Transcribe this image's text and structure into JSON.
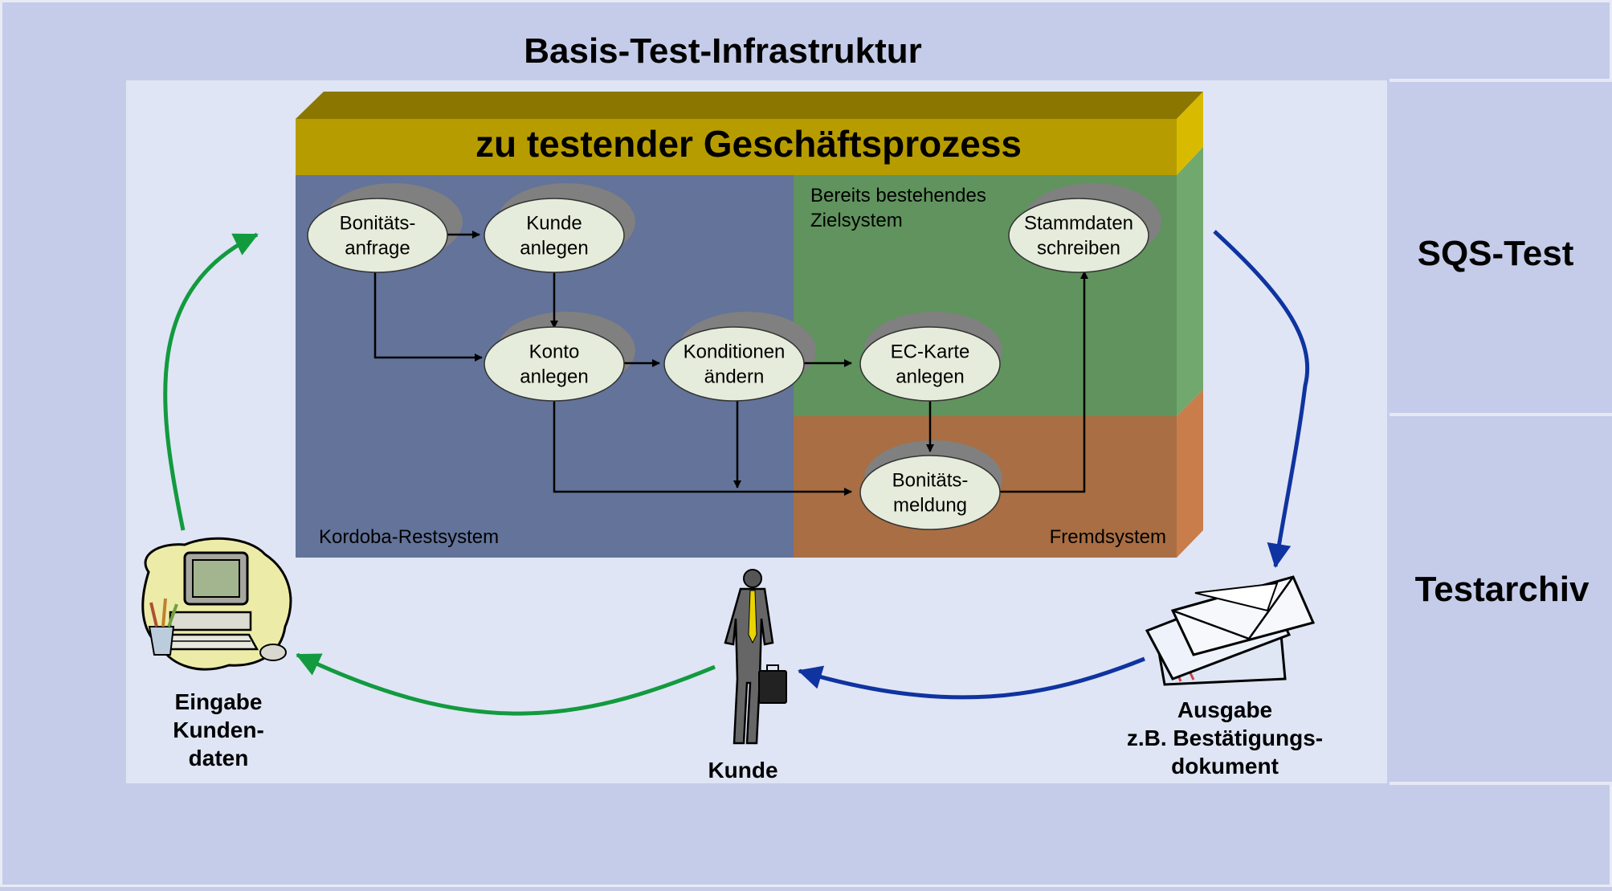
{
  "title": "Basis-Test-Infrastruktur",
  "process_header": "zu testender Geschäftsprozess",
  "regions": {
    "left": "Kordoba-Restsystem",
    "target": "Bereits bestehendes\nZielsystem",
    "external": "Fremdsystem"
  },
  "nodes": {
    "bonitaetsanfrage": "Bonitäts-\nanfrage",
    "kunde_anlegen": "Kunde\nanlegen",
    "konto_anlegen": "Konto\nanlegen",
    "konditionen": "Konditionen\nändern",
    "ec_karte": "EC-Karte\nanlegen",
    "stammdaten": "Stammdaten\nschreiben",
    "bonitaetsmeldung": "Bonitäts-\nmeldung"
  },
  "side_panels": {
    "top": "SQS-Test",
    "bottom": "Testarchiv"
  },
  "actors": {
    "input": "Eingabe\nKunden-\ndaten",
    "customer": "Kunde",
    "output": "Ausgabe\nz.B. Bestätigungs-\ndokument"
  },
  "colors": {
    "background": "#c5cce9",
    "inner_panel": "#dfe5f4",
    "header": "#b79c00",
    "left_region": "#637399",
    "target_region": "#60935d",
    "external_region": "#a96e43",
    "green_arrow": "#129a3f",
    "blue_arrow": "#0f33a0"
  }
}
